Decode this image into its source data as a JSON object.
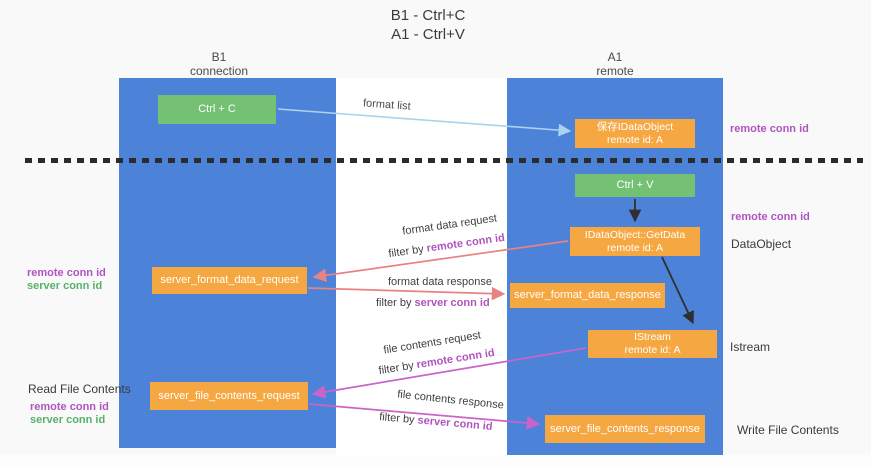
{
  "title": {
    "line1": "B1 - Ctrl+C",
    "line2": "A1 - Ctrl+V"
  },
  "lanes": {
    "left": {
      "name": "B1",
      "role": "connection"
    },
    "right": {
      "name": "A1",
      "role": "remote"
    }
  },
  "nodes": {
    "ctrl_c": "Ctrl + C",
    "ctrl_v": "Ctrl + V",
    "save_idataobject": {
      "line1": "保存IDataObject",
      "line2": "remote id: A"
    },
    "getdata": {
      "line1": "IDataObject::GetData",
      "line2": "remote id: A"
    },
    "istream": {
      "line1": "IStream",
      "line2": "remote id: A"
    },
    "server_format_data_request": "server_format_data_request",
    "server_format_data_response": "server_format_data_response",
    "server_file_contents_request": "server_file_contents_request",
    "server_file_contents_response": "server_file_contents_response"
  },
  "arrow_labels": {
    "format_list": "format list",
    "format_data_request": "format data request",
    "format_data_response": "format data response",
    "file_contents_request": "file contents request",
    "file_contents_response": "file contents response",
    "filter_by": "filter by",
    "remote_conn_id": "remote conn id",
    "server_conn_id": "server conn id"
  },
  "side_labels": {
    "remote_conn_id": "remote conn id",
    "server_conn_id": "server conn id",
    "dataobject": "DataObject",
    "istream": "Istream",
    "read_file_contents": "Read File Contents",
    "write_file_contents": "Write File Contents"
  },
  "colors": {
    "lane_blue": "#4d82d9",
    "node_orange": "#f5a742",
    "node_green": "#74c174",
    "arrow_light_blue": "#a9d3ee",
    "arrow_salmon": "#e88383",
    "arrow_magenta": "#ca63ca",
    "arrow_black": "#2f2f2f",
    "label_purple": "#b054c0",
    "label_green": "#58b168",
    "background": "#f9f9f9"
  }
}
